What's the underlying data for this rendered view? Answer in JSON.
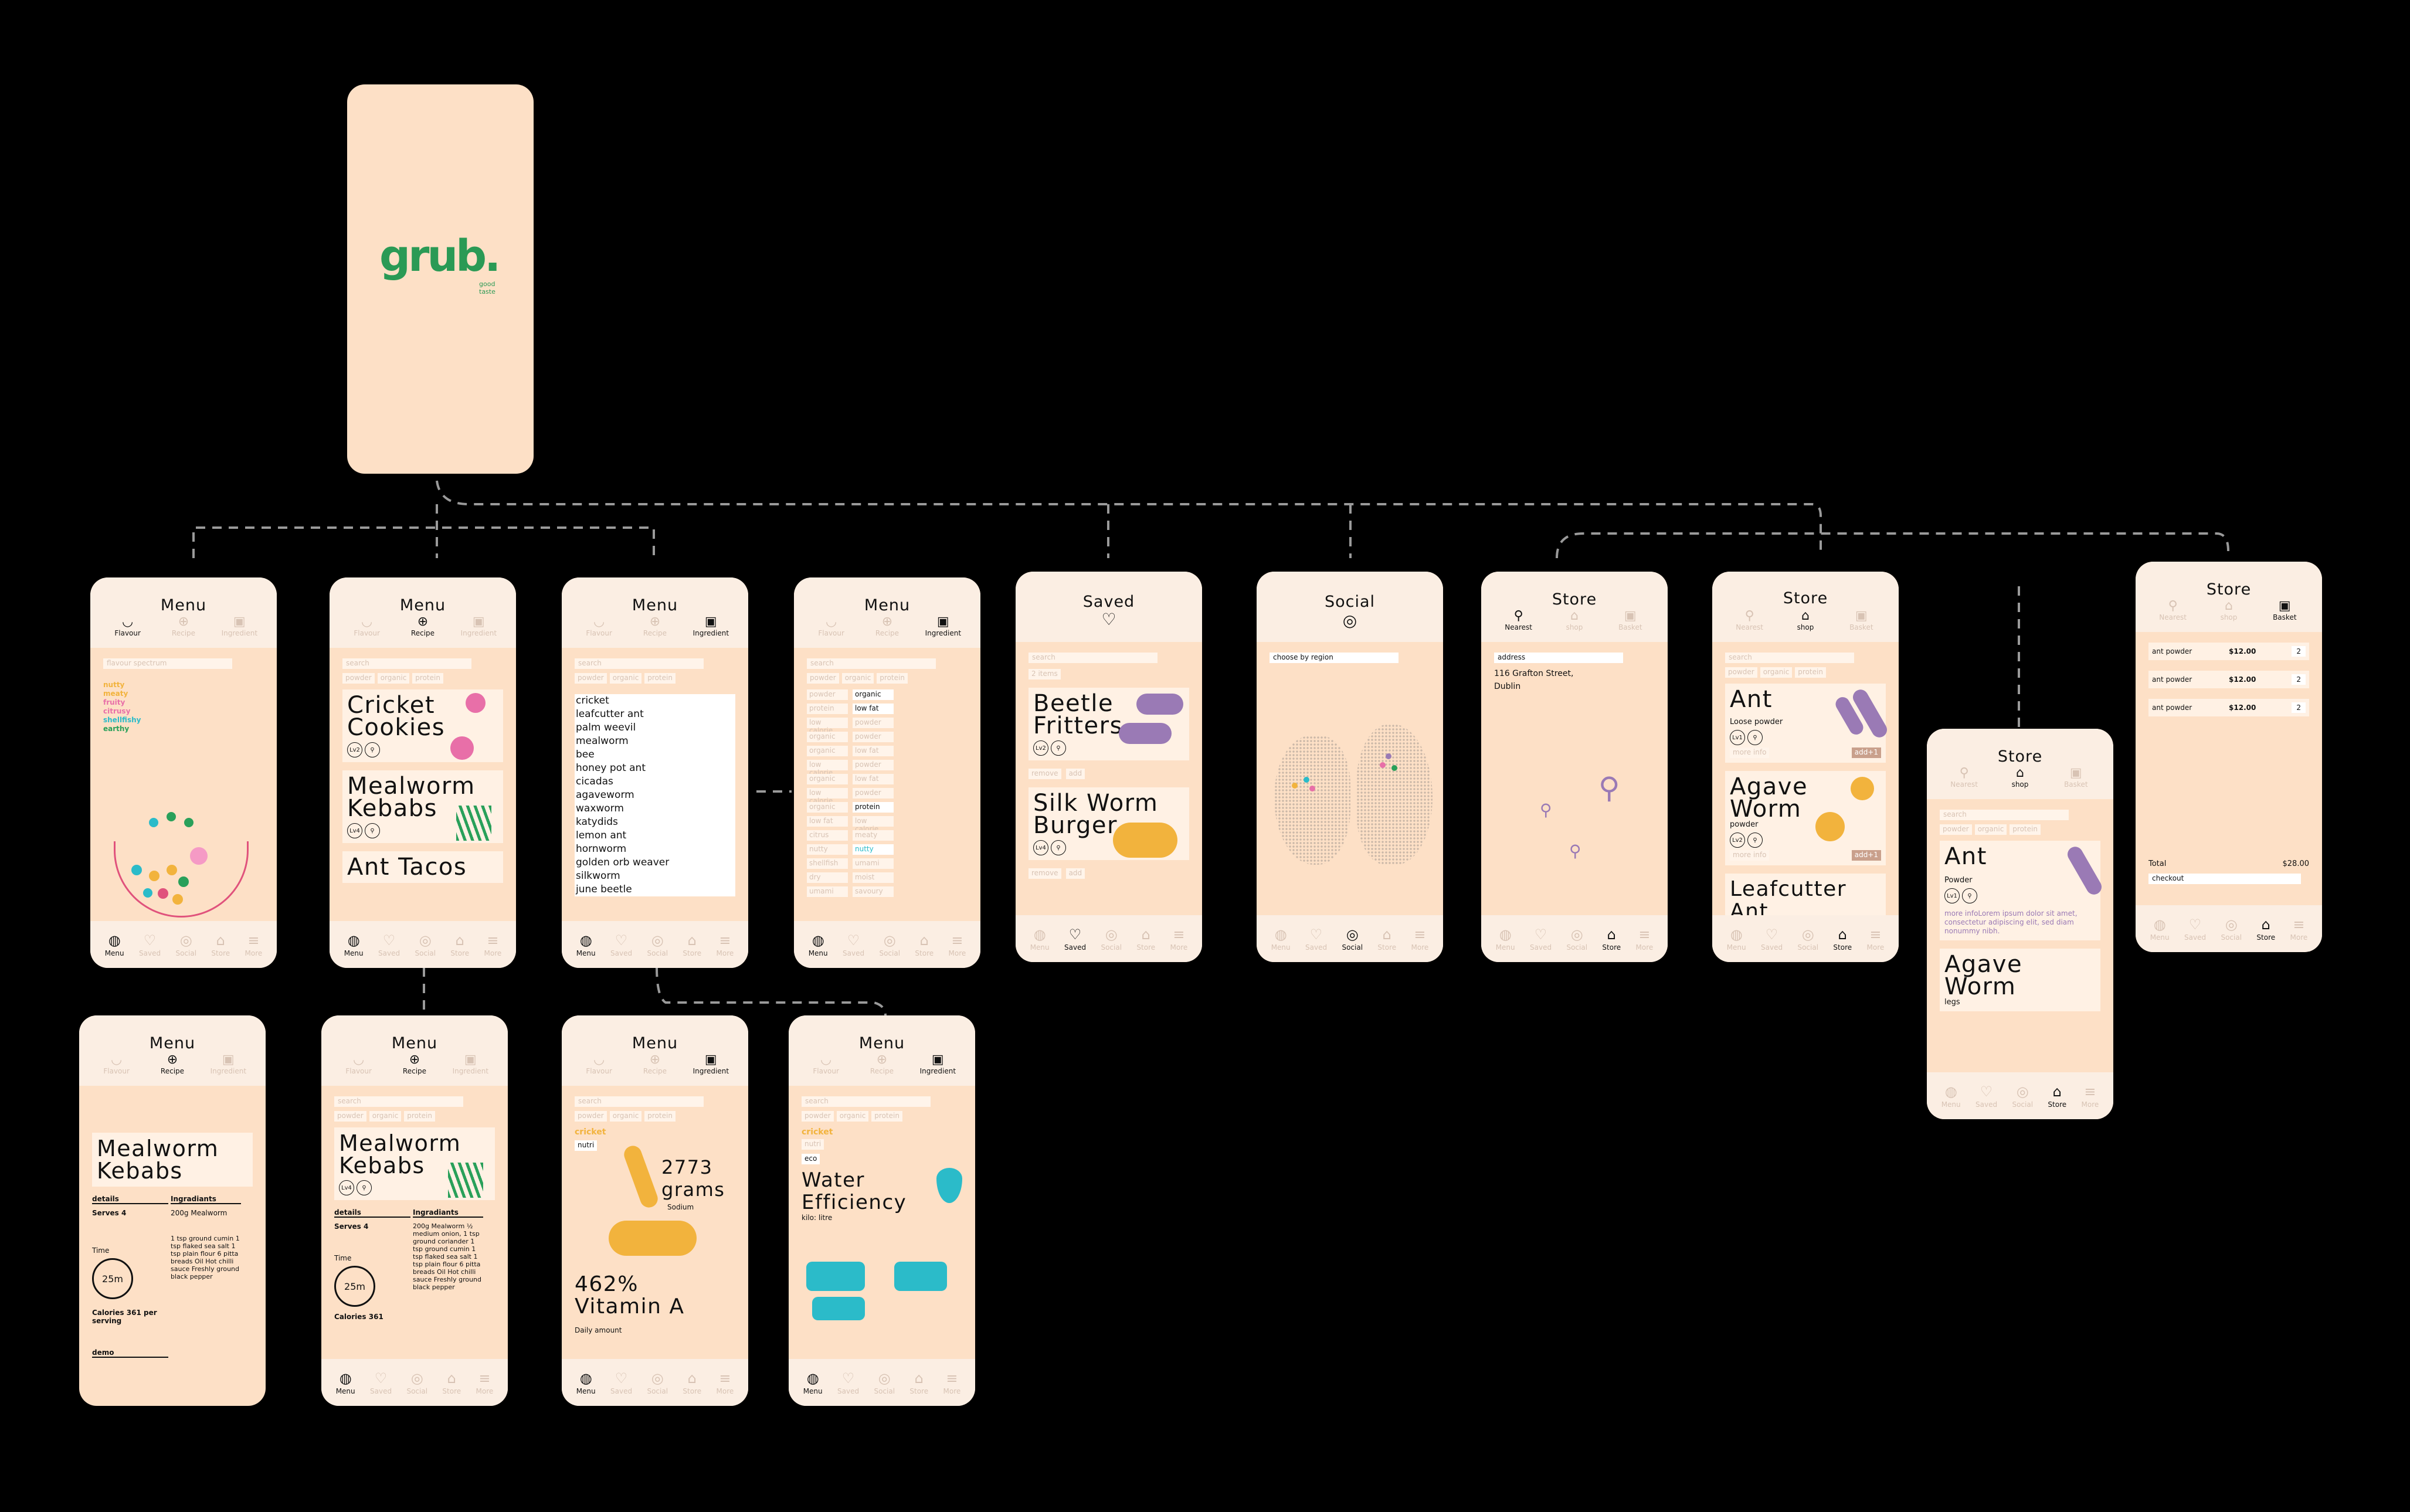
{
  "splash": {
    "logo": "grub.",
    "tagline": "good taste"
  },
  "bottom_nav": [
    "Menu",
    "Saved",
    "Social",
    "Store",
    "More"
  ],
  "subnav_menu": [
    "Flavour",
    "Recipe",
    "Ingredient"
  ],
  "subnav_store": [
    "Nearest",
    "shop",
    "Basket"
  ],
  "search": "search",
  "chips": [
    "powder",
    "organic",
    "protein"
  ],
  "s1": {
    "title": "Menu",
    "spectrum_label": "flavour spectrum",
    "flavours": [
      {
        "t": "nutty",
        "c": "#f2b33d"
      },
      {
        "t": "meaty",
        "c": "#f2b33d"
      },
      {
        "t": "fruity",
        "c": "#e86fa8"
      },
      {
        "t": "citrusy",
        "c": "#e86fa8"
      },
      {
        "t": "shellfishy",
        "c": "#2bbbc9"
      },
      {
        "t": "earthy",
        "c": "#29a05a"
      }
    ]
  },
  "s2": {
    "title": "Menu",
    "cards": [
      "Cricket Cookies",
      "Mealworm Kebabs",
      "Ant Tacos"
    ]
  },
  "s3": {
    "title": "Menu",
    "ingredients": [
      "cricket",
      "leafcutter ant",
      "palm weevil",
      "mealworm",
      "bee",
      "honey pot ant",
      "cicadas",
      "agaveworm",
      "waxworm",
      "katydids",
      "lemon ant",
      "hornworm",
      "golden orb weaver",
      "silkworm",
      "june beetle"
    ]
  },
  "s4": {
    "title": "Menu",
    "filters": [
      "powder",
      "organic",
      "protein",
      "low fat",
      "low calorie",
      "powder",
      "organic",
      "powder",
      "organic",
      "low fat",
      "low calorie",
      "powder",
      "organic",
      "low fat",
      "low calorie",
      "powder",
      "organic",
      "protein",
      "low fat",
      "low calorie",
      "citrus",
      "meaty",
      "nutty",
      "nutty",
      "shellfish",
      "umami",
      "dry",
      "moist",
      "umami",
      "savoury"
    ]
  },
  "s5": {
    "title": "Saved",
    "count": "2 items",
    "cards": [
      "Beetle Fritters",
      "Silk Worm Burger"
    ],
    "remove": "remove",
    "add": "add"
  },
  "s6": {
    "title": "Social",
    "choose": "choose by region"
  },
  "s7": {
    "title": "Store",
    "address_label": "address",
    "address": "116 Grafton Street, Dublin"
  },
  "s8": {
    "title": "Store",
    "items": [
      {
        "name": "Ant",
        "desc": "Loose powder"
      },
      {
        "name": "Agave Worm",
        "desc": "powder"
      },
      {
        "name": "Leafcutter Ant",
        "desc": ""
      }
    ],
    "more": "more info",
    "add": "add+1"
  },
  "s9": {
    "title": "Store",
    "item": "Ant",
    "desc": "Powder",
    "more": "more infoLorem ipsum dolor sit amet, consectetur adipiscing elit, sed diam nonummy nibh.",
    "item2": "Agave Worm",
    "desc2": "legs"
  },
  "s10": {
    "title": "Store",
    "rows": [
      {
        "n": "ant powder",
        "p": "$12.00",
        "q": "2"
      },
      {
        "n": "ant powder",
        "p": "$12.00",
        "q": "2"
      },
      {
        "n": "ant powder",
        "p": "$12.00",
        "q": "2"
      }
    ],
    "total_label": "Total",
    "total": "$28.00",
    "checkout": "checkout"
  },
  "s11": {
    "title": "Menu",
    "card": "Mealworm Kebabs",
    "details": "details",
    "ingredients": "Ingradiants",
    "serves": "Serves 4",
    "ing_text": "200g Mealworm",
    "ing2": "1 tsp ground cumin 1 tsp flaked sea salt 1 tsp plain flour 6 pitta breads Oil Hot chilli sauce Freshly ground black pepper",
    "time": "Time",
    "minutes": "25m",
    "calories": "Calories 361 per serving",
    "demo": "demo"
  },
  "s12": {
    "title": "Menu",
    "card": "Mealworm Kebabs",
    "details": "details",
    "ingredients": "Ingradiants",
    "serves": "Serves 4",
    "ing_text": "200g Mealworm ½ medium onion, 1 tsp ground coriander 1 tsp ground cumin 1 tsp flaked sea salt 1 tsp plain flour 6 pitta breads Oil Hot chilli sauce Freshly ground black pepper",
    "time": "Time",
    "minutes": "25m",
    "calories": "Calories 361"
  },
  "s13": {
    "title": "Menu",
    "label": "cricket",
    "nutri": "nutri",
    "big1": "2773 grams",
    "sodium": "Sodium",
    "big2": "462% Vitamin A",
    "daily": "Daily amount"
  },
  "s14": {
    "title": "Menu",
    "label": "cricket",
    "nutri": "nutri",
    "eco": "eco",
    "big": "Water Efficiency",
    "kilo": "kilo: litre"
  }
}
